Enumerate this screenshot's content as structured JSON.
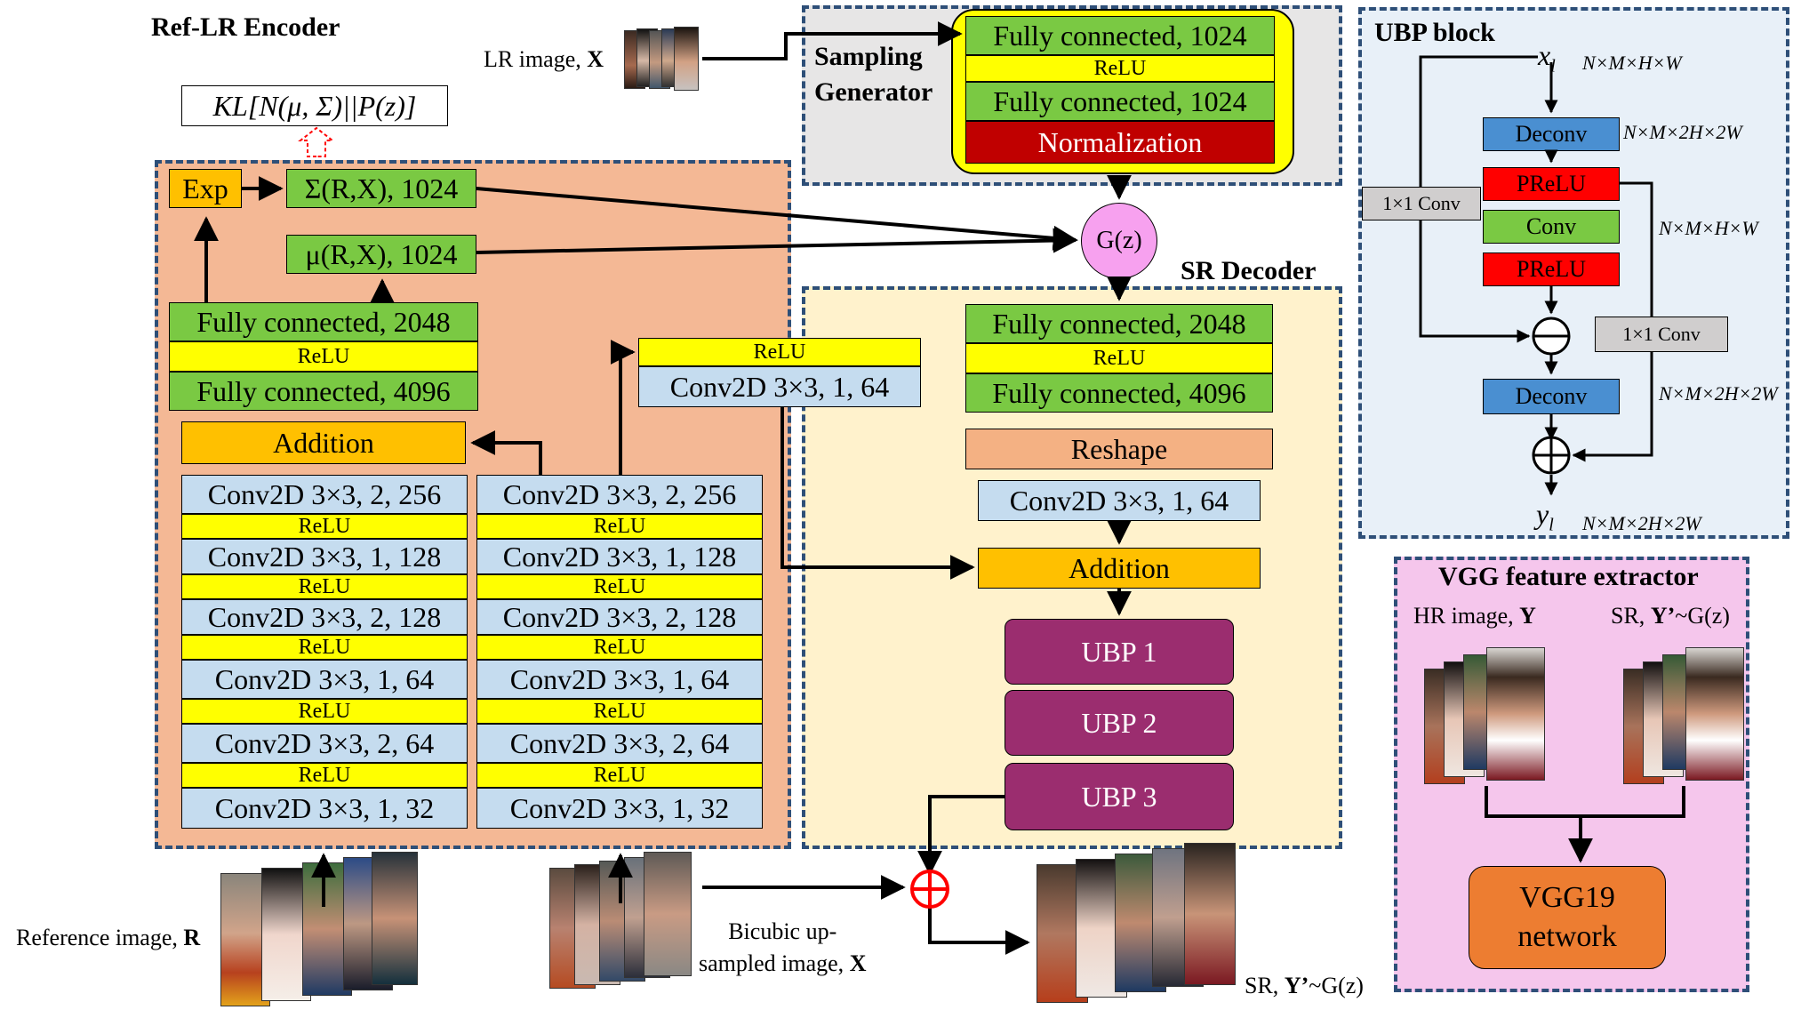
{
  "encoder": {
    "title": "Ref-LR Encoder",
    "kl": "KL[N(μ, Σ)||P(z)]",
    "exp": "Exp",
    "sigma": "Σ(R,X), 1024",
    "mu": "μ(R,X), 1024",
    "fc2048": "Fully connected, 2048",
    "relu": "ReLU",
    "fc4096": "Fully connected, 4096",
    "addition": "Addition",
    "left_column": [
      "Conv2D 3×3, 2, 256",
      "ReLU",
      "Conv2D 3×3, 1, 128",
      "ReLU",
      "Conv2D 3×3, 2, 128",
      "ReLU",
      "Conv2D 3×3, 1, 64",
      "ReLU",
      "Conv2D 3×3, 2, 64",
      "ReLU",
      "Conv2D 3×3, 1, 32"
    ],
    "right_column": [
      "Conv2D 3×3, 2, 256",
      "ReLU",
      "Conv2D 3×3, 1, 128",
      "ReLU",
      "Conv2D 3×3, 2, 128",
      "ReLU",
      "Conv2D 3×3, 1, 64",
      "ReLU",
      "Conv2D 3×3, 2, 64",
      "ReLU",
      "Conv2D 3×3, 1, 32"
    ],
    "side_relu": "ReLU",
    "side_conv": "Conv2D 3×3, 1, 64"
  },
  "inputs": {
    "lr_image_prefix": "LR image, ",
    "lr_image_bold": "X",
    "reference_prefix": "Reference image, ",
    "reference_bold": "R",
    "bicubic_line1": "Bicubic up-",
    "bicubic_line2_prefix": "sampled image, ",
    "bicubic_bold": "X",
    "sr_output_prefix": "SR, ",
    "sr_output_bold": "Y’",
    "sr_output_suffix": "~G(z)"
  },
  "sampling": {
    "title_line1": "Sampling",
    "title_line2": "Generator",
    "fc1": "Fully connected, 1024",
    "relu": "ReLU",
    "fc2": "Fully connected, 1024",
    "norm": "Normalization",
    "gz": "G(z)"
  },
  "decoder": {
    "title": "SR Decoder",
    "fc2048": "Fully connected, 2048",
    "relu": "ReLU",
    "fc4096": "Fully connected, 4096",
    "reshape": "Reshape",
    "conv": "Conv2D 3×3, 1, 64",
    "addition": "Addition",
    "ubp1": "UBP 1",
    "ubp2": "UBP 2",
    "ubp3": "UBP 3"
  },
  "ubp_block": {
    "title": "UBP block",
    "xl": "x",
    "xl_sub": "l",
    "xl_dim": "N×M×H×W",
    "deconv1": "Deconv",
    "deconv1_dim": "N×M×2H×2W",
    "conv1x1_left": "1×1 Conv",
    "prelu1": "PReLU",
    "conv": "Conv",
    "prelu2": "PReLU",
    "mid_dim": "N×M×H×W",
    "conv1x1_right": "1×1 Conv",
    "deconv2": "Deconv",
    "deconv2_dim": "N×M×2H×2W",
    "yl": "y",
    "yl_sub": "l",
    "yl_dim": "N×M×2H×2W"
  },
  "vgg": {
    "title": "VGG feature extractor",
    "hr_prefix": "HR image, ",
    "hr_bold": "Y",
    "sr_prefix": "SR, ",
    "sr_bold": "Y’",
    "sr_suffix": "~G(z)",
    "net_line1": "VGG19",
    "net_line2": "network"
  },
  "colors": {
    "encoder_bg": "#f4b895",
    "sampling_bg": "#e7e6e6",
    "decoder_bg": "#fff2cc",
    "ubp_bg": "#e8f0f8",
    "vgg_bg": "#f5c6ec",
    "fc": "#7ac943",
    "relu": "#ffff00",
    "conv": "#c5dcef",
    "addition": "#ffc000",
    "ubp": "#9b2d6f",
    "normalization": "#c00000",
    "deconv": "#4a8fd1",
    "prelu": "#ff0000",
    "vgg_net": "#ed7d31",
    "gz": "#f7a1ef"
  }
}
